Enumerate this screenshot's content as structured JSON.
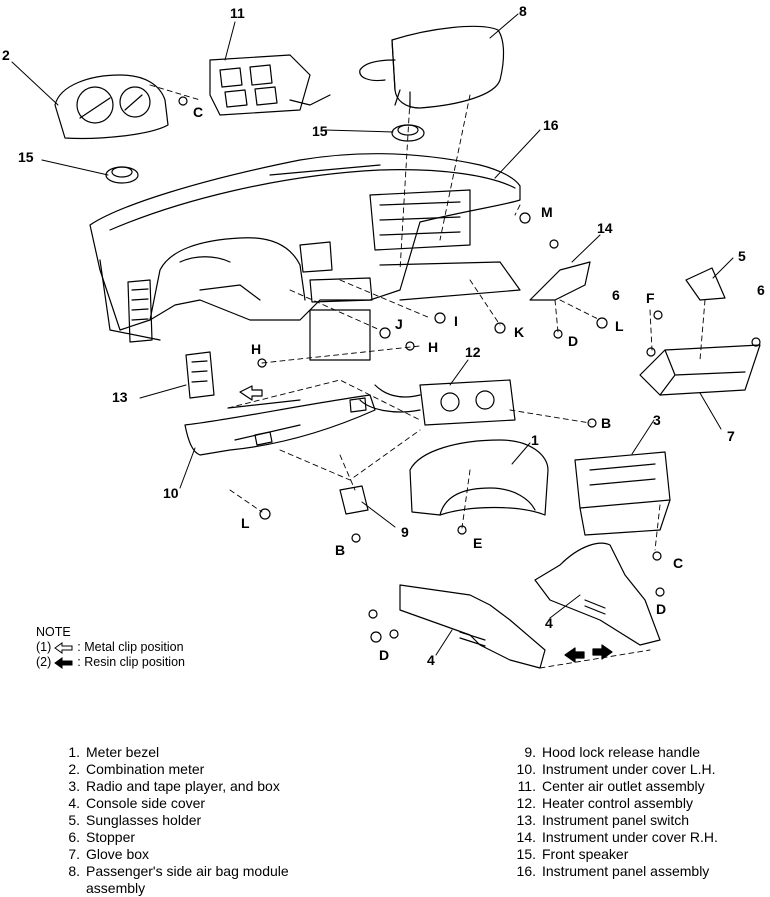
{
  "callouts": {
    "c1": "1",
    "c2": "2",
    "c3": "3",
    "c4a": "4",
    "c4b": "4",
    "c5": "5",
    "c6a": "6",
    "c6b": "6",
    "c7": "7",
    "c8": "8",
    "c9": "9",
    "c10": "10",
    "c11": "11",
    "c12": "12",
    "c13": "13",
    "c14": "14",
    "c15a": "15",
    "c15b": "15",
    "c16": "16",
    "cB1": "B",
    "cB2": "B",
    "cC1": "C",
    "cC2": "C",
    "cD1": "D",
    "cD2": "D",
    "cD3": "D",
    "cE": "E",
    "cF": "F",
    "cH1": "H",
    "cH2": "H",
    "cI": "I",
    "cJ": "J",
    "cK": "K",
    "cL1": "L",
    "cL2": "L",
    "cM": "M"
  },
  "note": {
    "title": "NOTE",
    "line1_prefix": "(1)",
    "line1_text": ": Metal clip position",
    "line2_prefix": "(2)",
    "line2_text": ": Resin clip position"
  },
  "legend_left": [
    {
      "num": "1.",
      "text": "Meter bezel"
    },
    {
      "num": "2.",
      "text": "Combination meter"
    },
    {
      "num": "3.",
      "text": "Radio and tape player, and box"
    },
    {
      "num": "4.",
      "text": "Console side cover"
    },
    {
      "num": "5.",
      "text": "Sunglasses holder"
    },
    {
      "num": "6.",
      "text": "Stopper"
    },
    {
      "num": "7.",
      "text": "Glove box"
    },
    {
      "num": "8.",
      "text": "Passenger's side air bag module assembly"
    }
  ],
  "legend_right": [
    {
      "num": "9.",
      "text": "Hood lock release handle"
    },
    {
      "num": "10.",
      "text": "Instrument under cover L.H."
    },
    {
      "num": "11.",
      "text": "Center air outlet assembly"
    },
    {
      "num": "12.",
      "text": "Heater control assembly"
    },
    {
      "num": "13.",
      "text": "Instrument panel switch"
    },
    {
      "num": "14.",
      "text": "Instrument under cover R.H."
    },
    {
      "num": "15.",
      "text": "Front speaker"
    },
    {
      "num": "16.",
      "text": "Instrument panel assembly"
    }
  ]
}
